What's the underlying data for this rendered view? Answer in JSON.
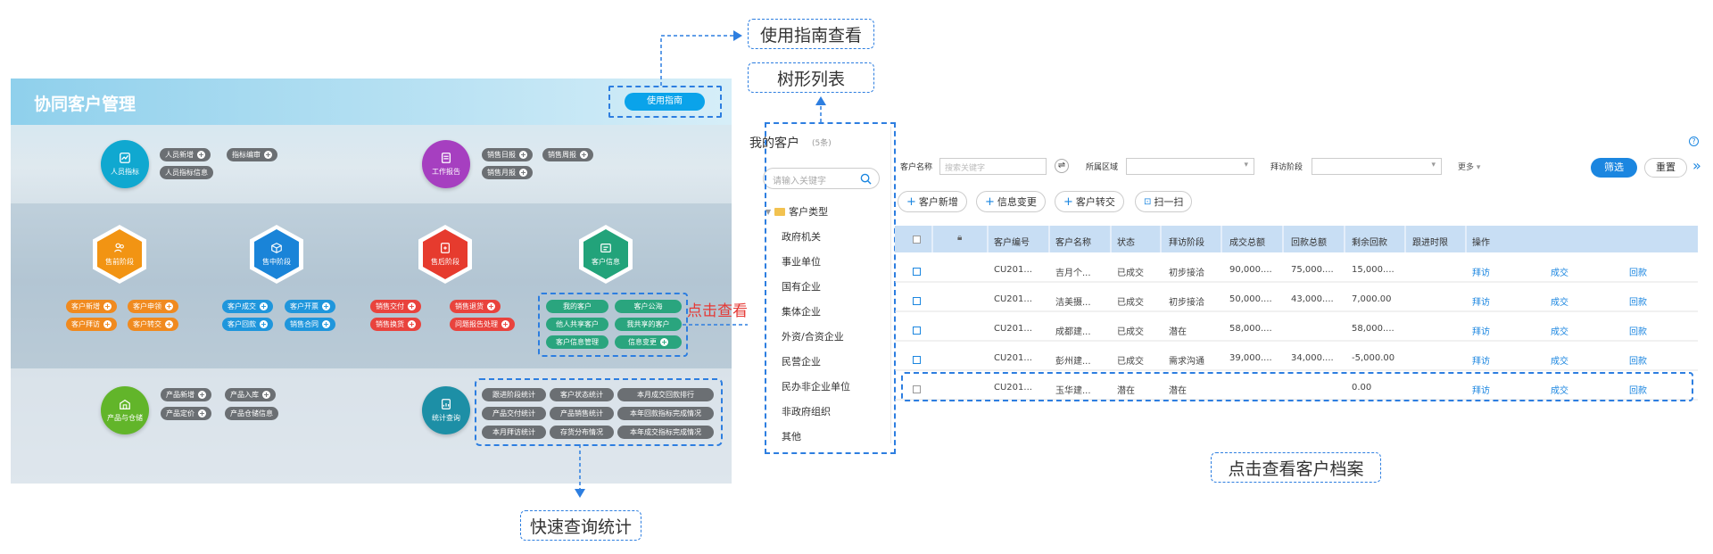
{
  "dashboard": {
    "title": "协同客户管理",
    "guide_button": "使用指南",
    "modules": {
      "personnel": {
        "label": "人员指标",
        "pills": [
          "人员新增",
          "指标编审",
          "人员指标信息"
        ]
      },
      "work_report": {
        "label": "工作报告",
        "pills": [
          "销售日报",
          "销售周报",
          "销售月报"
        ]
      },
      "presale": {
        "label": "售前阶段",
        "pills": [
          "客户新增",
          "客户申领",
          "客户拜访",
          "客户转交"
        ]
      },
      "insale": {
        "label": "售中阶段",
        "pills": [
          "客户成交",
          "客户开票",
          "客户回款",
          "销售合同"
        ]
      },
      "aftersale": {
        "label": "售后阶段",
        "pills": [
          "销售交付",
          "销售退货",
          "销售换货",
          "问题报告处理"
        ]
      },
      "customer_info": {
        "label": "客户信息",
        "pills": [
          "我的客户",
          "客户公海",
          "他人共享客户",
          "我共享的客户",
          "客户信息管理",
          "信息变更"
        ]
      },
      "product_warehouse": {
        "label": "产品与仓储",
        "pills": [
          "产品新增",
          "产品入库",
          "产品定价",
          "产品仓储信息"
        ]
      },
      "stats_query": {
        "label": "统计查询",
        "pills": [
          "跟进阶段统计",
          "客户状态统计",
          "本月成交回款排行",
          "产品交付统计",
          "产品销售统计",
          "本年回款指标完成情况",
          "本月拜访统计",
          "存货分布情况",
          "本年成交指标完成情况"
        ]
      }
    }
  },
  "callouts": {
    "guide": "使用指南查看",
    "tree": "树形列表",
    "click_view": "点击查看",
    "quick_stats": "快速查询统计",
    "archive": "点击查看客户档案"
  },
  "panel": {
    "title": "我的客户",
    "count": "(5条)",
    "search_placeholder": "请输入关键字",
    "tree_root": "客户类型",
    "tree_items": [
      "政府机关",
      "事业单位",
      "国有企业",
      "集体企业",
      "外资/合资企业",
      "民营企业",
      "民办非企业单位",
      "非政府组织",
      "其他"
    ],
    "filters": {
      "name_label": "客户名称",
      "name_placeholder": "搜索关键字",
      "region_label": "所属区域",
      "stage_label": "拜访阶段",
      "more": "更多",
      "filter_button": "筛选",
      "reset_button": "重置"
    },
    "toolbar": [
      "客户新增",
      "信息变更",
      "客户转交",
      "扫一扫"
    ],
    "columns": [
      "客户编号",
      "客户名称",
      "状态",
      "拜访阶段",
      "成交总额",
      "回款总额",
      "剩余回款",
      "跟进时限",
      "操作"
    ],
    "rows": [
      {
        "id": "CU201...",
        "name": "吉月个...",
        "status": "已成交",
        "stage": "初步接洽",
        "deal": "90,000....",
        "paid": "75,000....",
        "remain": "15,000...."
      },
      {
        "id": "CU201...",
        "name": "洁美摄...",
        "status": "已成交",
        "stage": "初步接洽",
        "deal": "50,000....",
        "paid": "43,000....",
        "remain": "7,000.00"
      },
      {
        "id": "CU201...",
        "name": "成都建...",
        "status": "已成交",
        "stage": "潜在",
        "deal": "58,000....",
        "paid": "",
        "remain": "58,000...."
      },
      {
        "id": "CU201...",
        "name": "彭州建...",
        "status": "已成交",
        "stage": "需求沟通",
        "deal": "39,000....",
        "paid": "34,000....",
        "remain": "-5,000.00"
      },
      {
        "id": "CU201...",
        "name": "玉华建...",
        "status": "潜在",
        "stage": "潜在",
        "deal": "",
        "paid": "",
        "remain": "0.00"
      }
    ],
    "actions": [
      "拜访",
      "成交",
      "回款"
    ]
  },
  "colors": {
    "accent": "#1b86e0",
    "dashed": "#2d7ee0"
  }
}
